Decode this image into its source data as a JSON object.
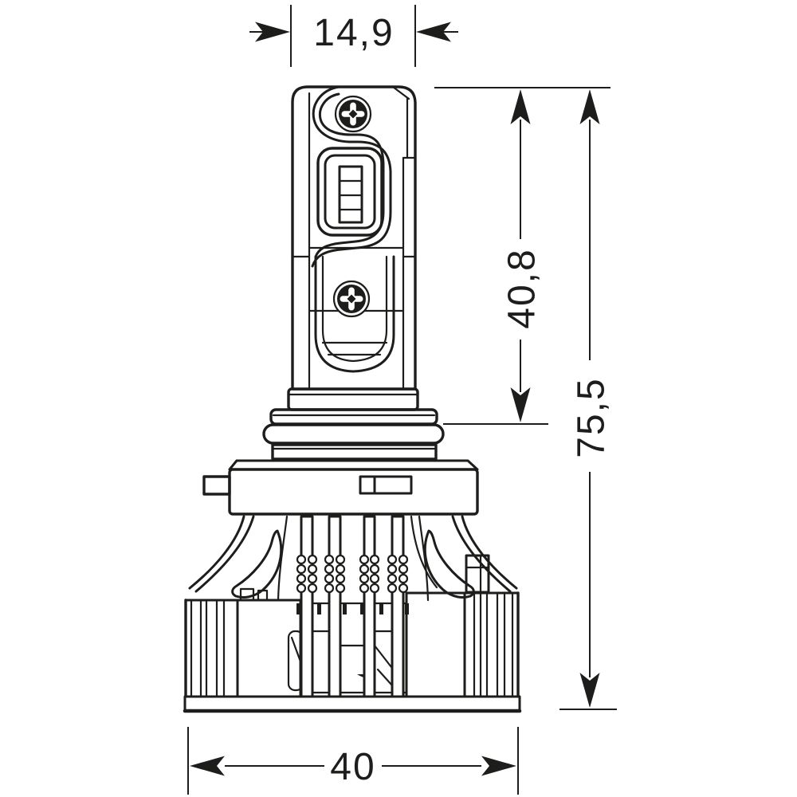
{
  "page": {
    "background_color": "#ffffff"
  },
  "drawing": {
    "type": "technical-dimension-drawing",
    "line_color": "#1d1d1b",
    "dimensions": {
      "top_width": "14,9",
      "upper_body_height": "40,8",
      "total_height": "75,5",
      "base_width": "40"
    }
  }
}
